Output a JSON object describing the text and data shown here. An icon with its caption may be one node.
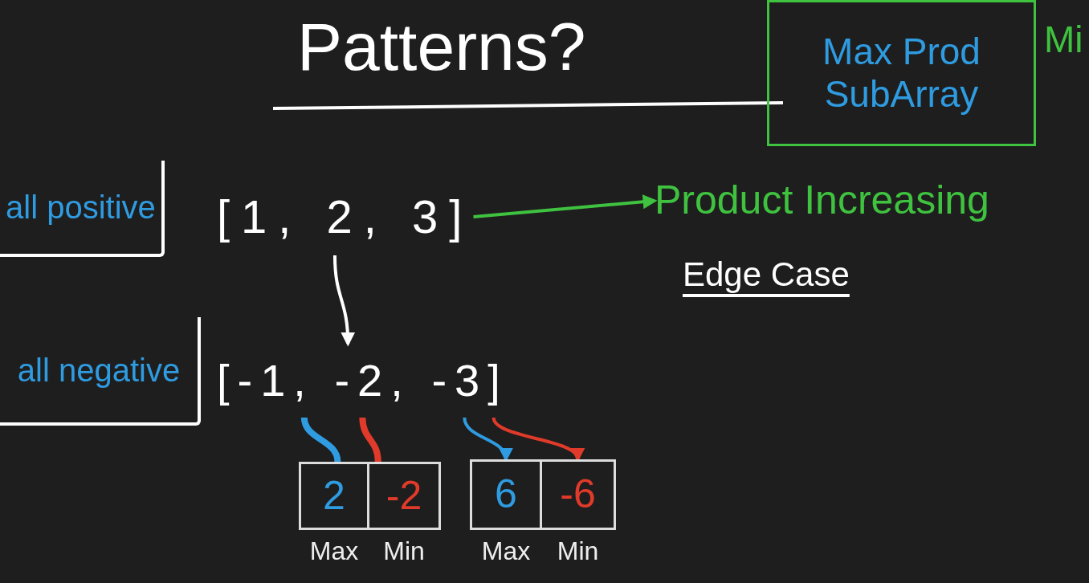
{
  "diagram": {
    "title": "Patterns?",
    "nodes": [
      {
        "text": [
          "Max Prod SubArray"
        ]
      },
      {
        "text": [
          "all positive"
        ]
      },
      {
        "text": [
          "[1, 2, 3]"
        ]
      },
      {
        "text": [
          "Product Increasing"
        ]
      },
      {
        "text": [
          "all negative"
        ]
      },
      {
        "text": [
          "[-1, -2, -3]"
        ]
      },
      {
        "text": [
          "2"
        ],
        "beside": [
          "Max"
        ]
      },
      {
        "text": [
          "-2"
        ],
        "beside": [
          "Min"
        ]
      },
      {
        "text": [
          "6"
        ],
        "beside": [
          "Max"
        ]
      },
      {
        "text": [
          "-6"
        ],
        "beside": [
          "Min"
        ]
      }
    ],
    "edges": [
      {
        "from": 2,
        "to": 3,
        "arrow": "to",
        "color": "#3fc23f"
      },
      {
        "from": 2,
        "to": 5,
        "arrow": "to",
        "color": "#ffffff"
      },
      {
        "from": 5,
        "to": 6,
        "arrow": "none",
        "style": "thick",
        "color": "#2f9be0"
      },
      {
        "from": 5,
        "to": 7,
        "arrow": "none",
        "style": "thick",
        "color": "#e03a2a"
      },
      {
        "from": 5,
        "to": 8,
        "arrow": "to",
        "color": "#2f9be0"
      },
      {
        "from": 5,
        "to": 9,
        "arrow": "to",
        "color": "#e03a2a"
      }
    ],
    "labels": [
      "Mi",
      "Edge Case"
    ]
  }
}
